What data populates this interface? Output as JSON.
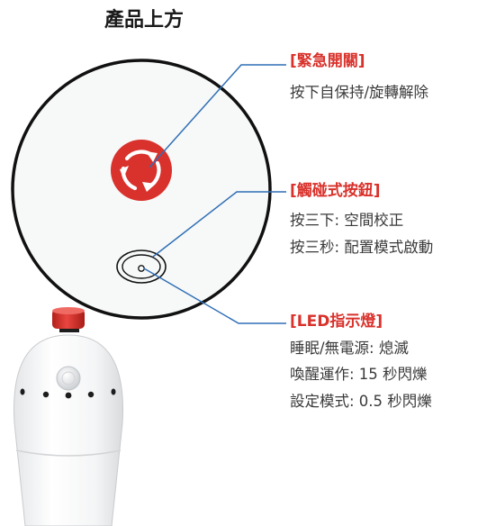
{
  "title": "產品上方",
  "colors": {
    "accent_red": "#d9312b",
    "leader_blue": "#2f6fb5",
    "text_gray": "#3a3a3a",
    "outline": "#111111",
    "disc_fill": "#f7f8f8"
  },
  "callouts": [
    {
      "heading": "[緊急開關]",
      "lines": [
        "按下自保持/旋轉解除"
      ]
    },
    {
      "heading": "[觸碰式按鈕]",
      "lines": [
        "按三下: 空間校正",
        "按三秒: 配置模式啟動"
      ]
    },
    {
      "heading": "[LED指示燈]",
      "lines": [
        "睡眠/無電源: 熄滅",
        "喚醒運作: 15 秒閃爍",
        "設定模式: 0.5 秒閃爍"
      ]
    }
  ],
  "icons": {
    "emergency_switch": "rotate-arrows-icon",
    "touch_button": "oval-button-icon",
    "led": "led-dot-icon",
    "device": "device-illustration"
  }
}
